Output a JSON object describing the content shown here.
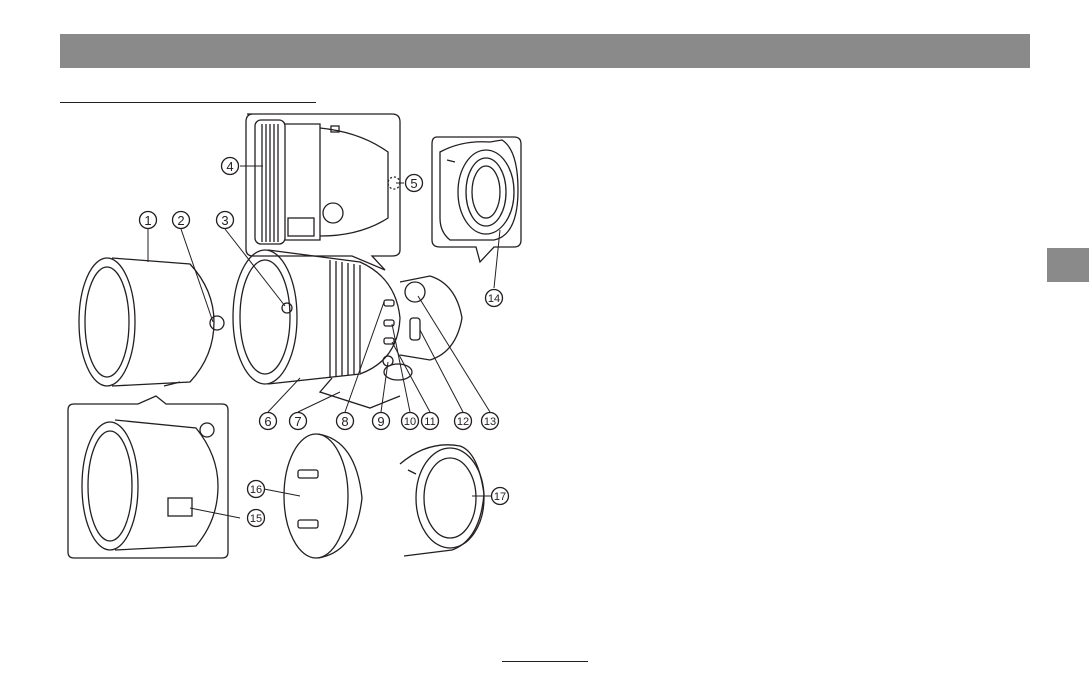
{
  "callouts": [
    "1",
    "2",
    "3",
    "4",
    "5",
    "6",
    "7",
    "8",
    "9",
    "10",
    "11",
    "12",
    "13",
    "14",
    "15",
    "16",
    "17"
  ],
  "colors": {
    "bar": "#8a8a8a",
    "ink": "#231f20",
    "paper": "#ffffff"
  }
}
